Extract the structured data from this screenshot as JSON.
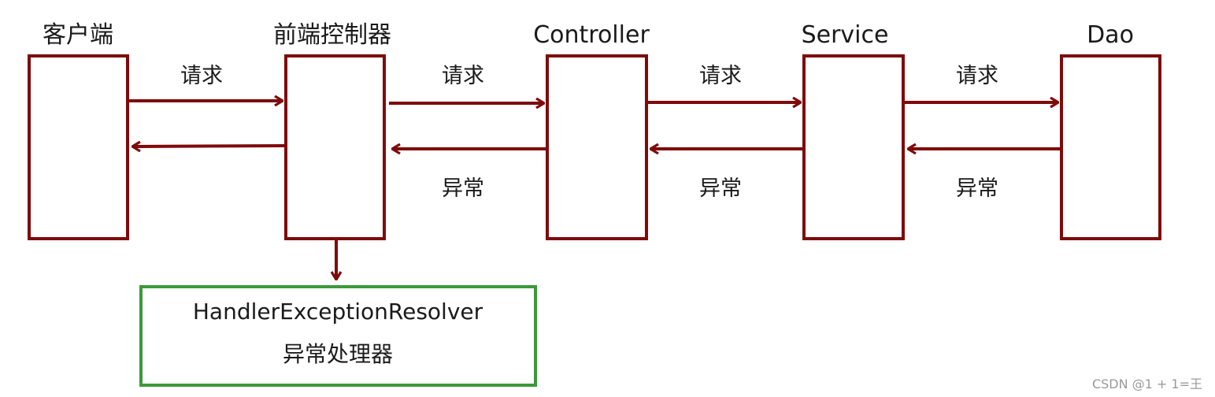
{
  "colors": {
    "node_border": "#7f0a0a",
    "arrow": "#7f0a0a",
    "handler_border": "#3a9a3a",
    "text": "#1a1a1a",
    "watermark": "#9a9a9a"
  },
  "nodes": [
    {
      "id": "client",
      "label": "客户端"
    },
    {
      "id": "front-controller",
      "label": "前端控制器"
    },
    {
      "id": "controller",
      "label": "Controller"
    },
    {
      "id": "service",
      "label": "Service"
    },
    {
      "id": "dao",
      "label": "Dao"
    }
  ],
  "edges": [
    {
      "from": "client",
      "to": "front-controller",
      "label": "请求"
    },
    {
      "from": "front-controller",
      "to": "controller",
      "label": "请求"
    },
    {
      "from": "controller",
      "to": "service",
      "label": "请求"
    },
    {
      "from": "service",
      "to": "dao",
      "label": "请求"
    },
    {
      "from": "dao",
      "to": "service",
      "label": "异常"
    },
    {
      "from": "service",
      "to": "controller",
      "label": "异常"
    },
    {
      "from": "controller",
      "to": "front-controller",
      "label": "异常"
    },
    {
      "from": "front-controller",
      "to": "client",
      "label": ""
    },
    {
      "from": "front-controller",
      "to": "handler",
      "label": ""
    }
  ],
  "handler": {
    "title": "HandlerExceptionResolver",
    "subtitle": "异常处理器"
  },
  "watermark": "CSDN @1 + 1=王"
}
